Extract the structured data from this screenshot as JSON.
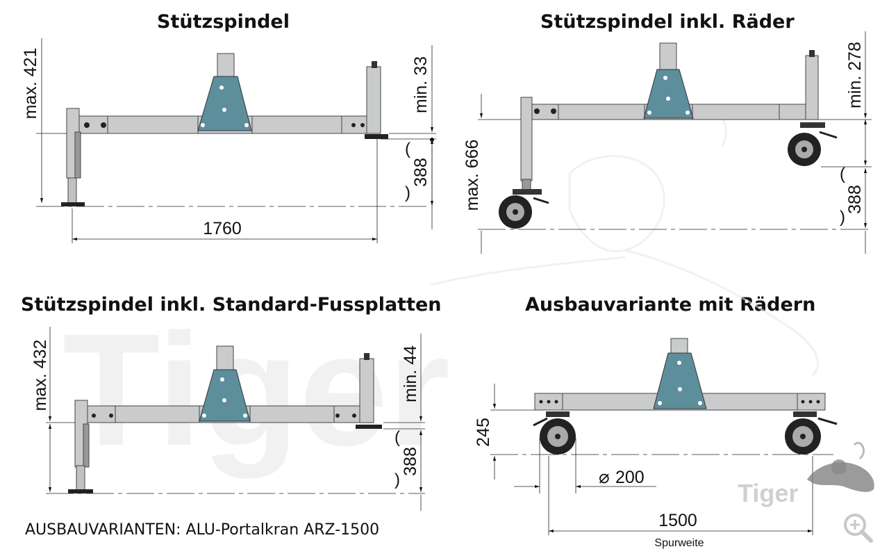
{
  "titles": {
    "panel1": "Stützspindel",
    "panel2": "Stützspindel inkl. Räder",
    "panel3": "Stützspindel inkl. Standard-Fussplatten",
    "panel4": "Ausbauvariante mit Rädern"
  },
  "caption": "AUSBAUVARIANTEN: ALU-Portalkran ARZ-1500",
  "dimensions": {
    "p1_max": "max. 421",
    "p1_min": "min. 33",
    "p1_388": "388",
    "p1_width": "1760",
    "p2_max": "max. 666",
    "p2_min": "min. 278",
    "p2_388": "388",
    "p3_max": "max. 432",
    "p3_min": "min. 44",
    "p3_388": "388",
    "p4_height": "245",
    "p4_diameter": "200",
    "p4_track": "1500",
    "p4_track_label": "Spurweite"
  },
  "watermark": {
    "brand": "Tiger"
  },
  "icons": {
    "zoom": "zoom-in-icon",
    "mascot": "tiger-logo-icon"
  },
  "colors": {
    "beam": "#c9cbcc",
    "plate": "#5d8e9c",
    "line": "#1a1a1a",
    "watermark": "#ececec"
  }
}
